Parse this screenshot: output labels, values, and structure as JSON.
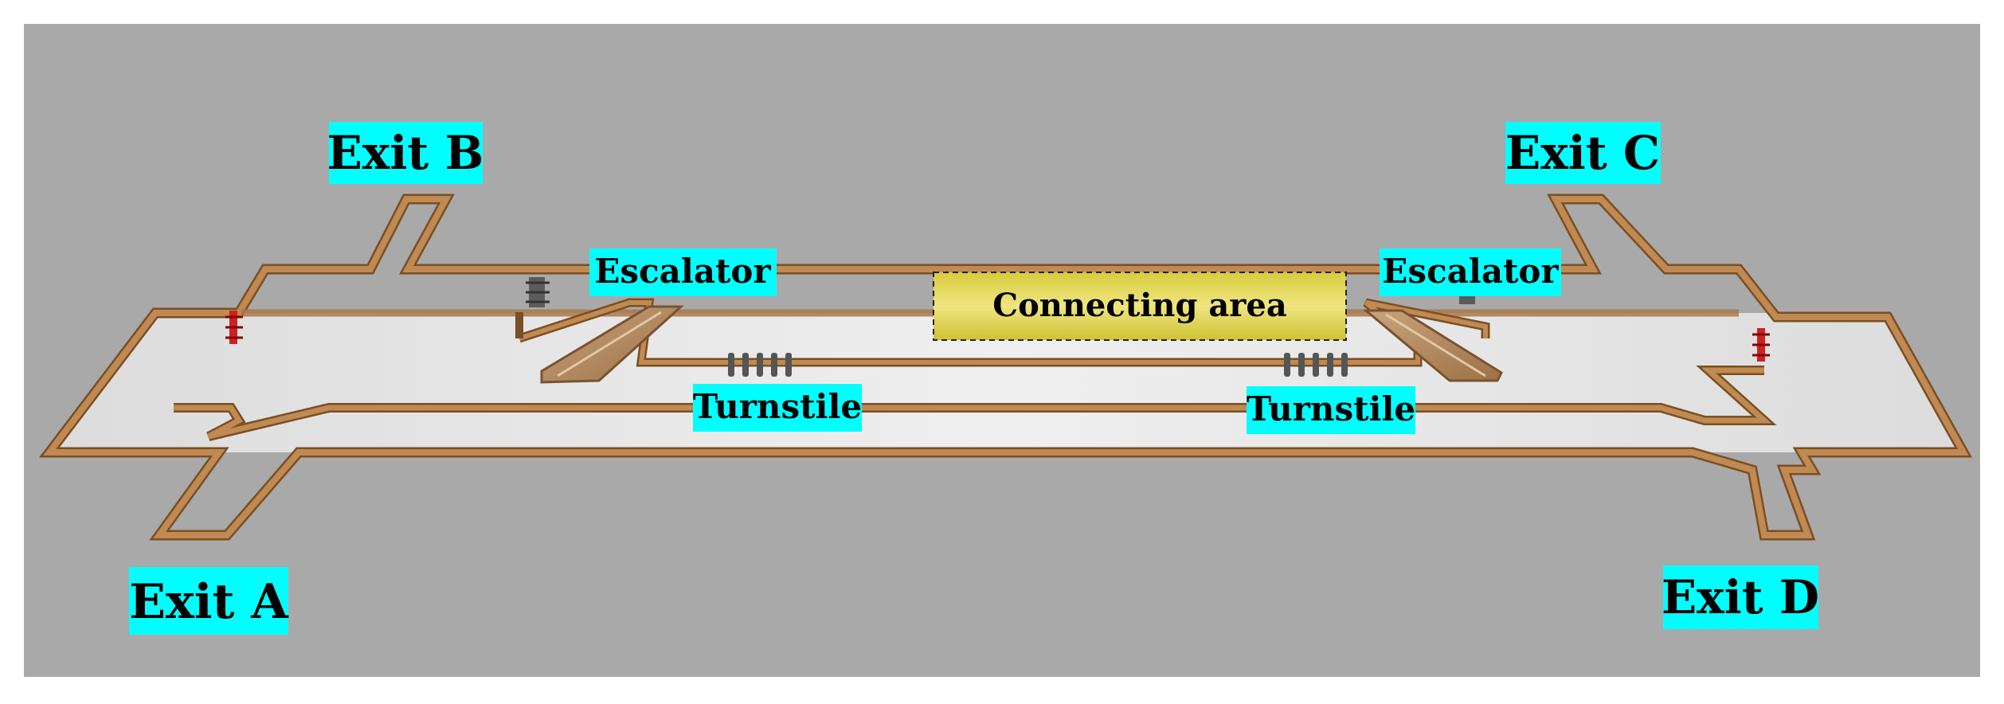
{
  "labels": {
    "exit_a": "Exit A",
    "exit_b": "Exit B",
    "exit_c": "Exit C",
    "exit_d": "Exit D",
    "escalator_left": "Escalator",
    "escalator_right": "Escalator",
    "turnstile_left": "Turnstile",
    "turnstile_right": "Turnstile",
    "connecting_area": "Connecting area"
  },
  "colors": {
    "background": "#a9a9a9",
    "floor": "#e8e8e8",
    "wall": "#b8804a",
    "wall_edge": "#7a4f24",
    "label_bg": "#00ffff",
    "connecting_bg": "#e0d44a",
    "gate_red": "#cc2222",
    "turnstile_gray": "#555555"
  }
}
